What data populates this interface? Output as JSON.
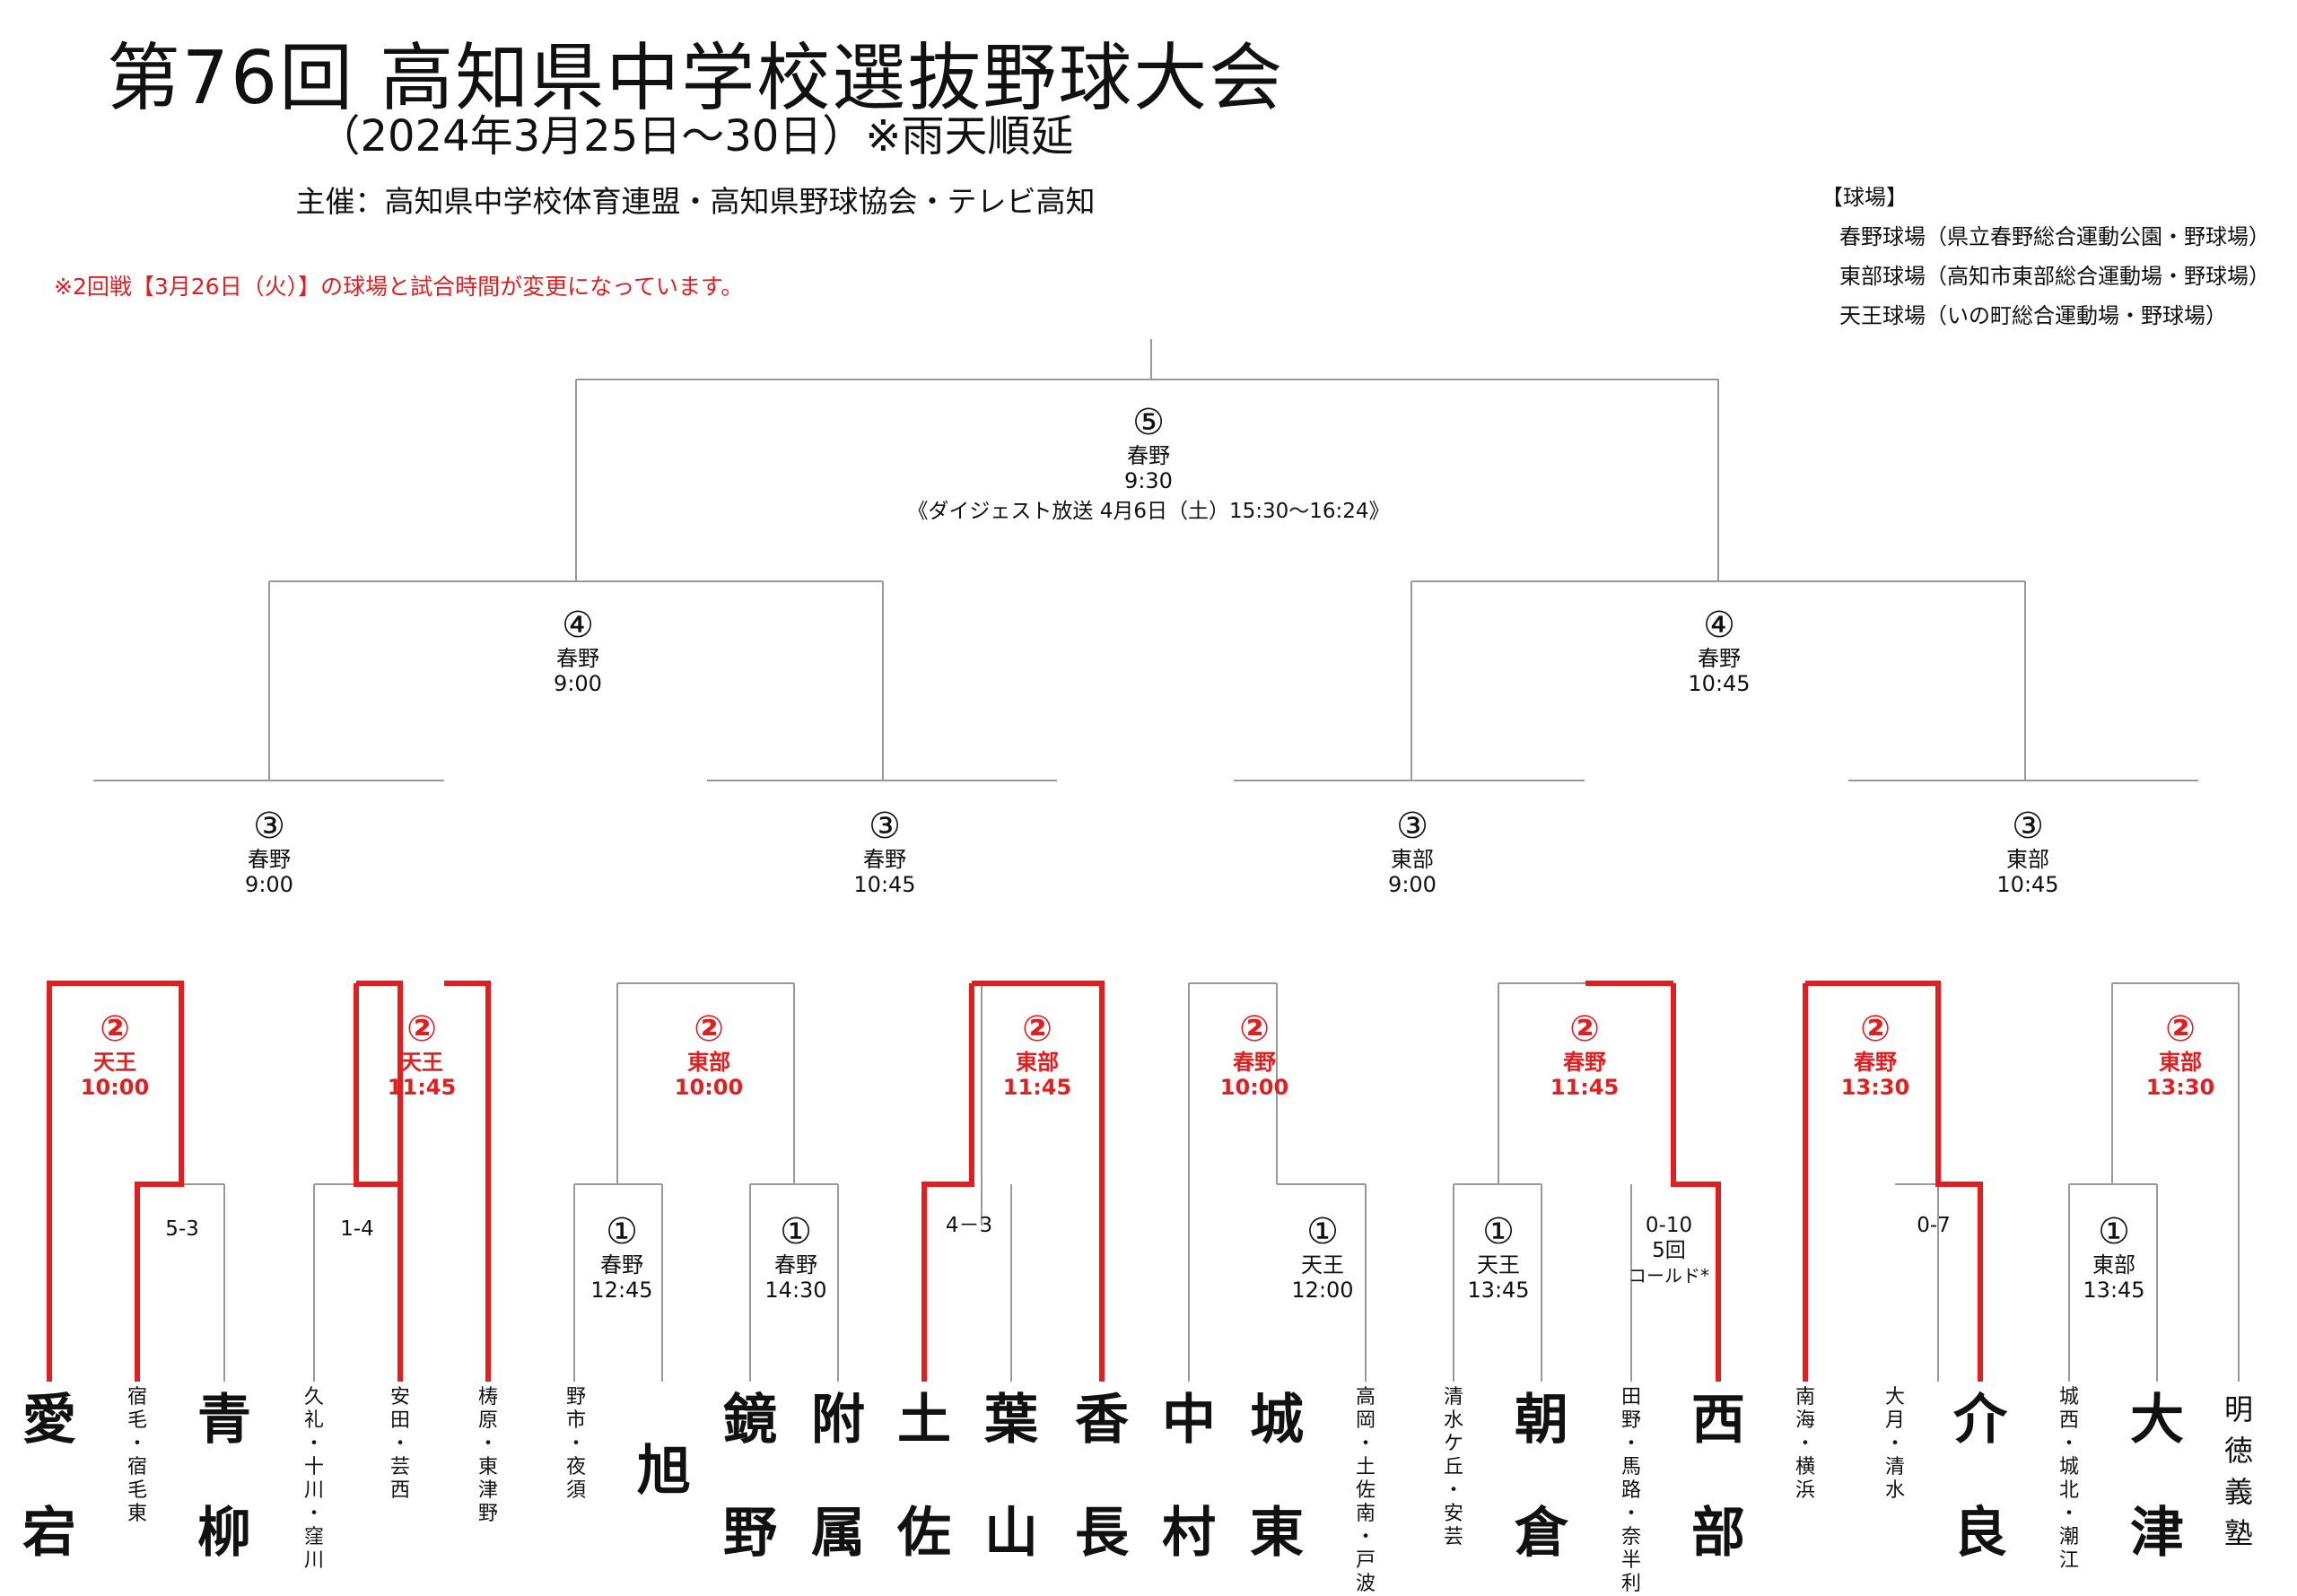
{
  "header": {
    "title": "第76回 高知県中学校選抜野球大会",
    "subtitle": "（2024年3月25日～30日）※雨天順延",
    "organizer": "主催：高知県中学校体育連盟・高知県野球協会・テレビ高知",
    "notice": "※2回戦【3月26日（火）】の球場と試合時間が変更になっています。"
  },
  "venues": {
    "heading": "【球場】",
    "items": [
      "春野球場（県立春野総合運動公園・野球場）",
      "東部球場（高知市東部総合運動場・野球場）",
      "天王球場（いの町総合運動場・野球場）"
    ]
  },
  "colors": {
    "winner": "#e02020",
    "line": "#999999",
    "text": "#111111"
  },
  "teams": [
    "愛宕",
    "宿毛・宿毛東",
    "青柳",
    "久礼・十川・窪川",
    "安田・芸西",
    "梼原・東津野",
    "野市・夜須",
    "旭",
    "鏡野",
    "附属",
    "土佐",
    "葉山",
    "香長",
    "中村",
    "城東",
    "高岡・土佐南・戸波",
    "清水ケ丘・安芸",
    "朝倉",
    "田野・馬路・奈半利",
    "西部",
    "南海・横浜",
    "大月・清水",
    "介良",
    "城西・城北・潮江",
    "大津",
    "明徳義塾"
  ],
  "round1": [
    {
      "num": "①",
      "venue": "春野",
      "time": "12:45"
    },
    {
      "num": "①",
      "venue": "春野",
      "time": "14:30"
    },
    {
      "num": "①",
      "venue": "天王",
      "time": "12:00"
    },
    {
      "num": "①",
      "venue": "天王",
      "time": "13:45"
    },
    {
      "num": "①",
      "venue": "東部",
      "time": "13:45"
    }
  ],
  "scores": [
    "5-3",
    "1-4",
    "4－3",
    "0-10",
    "5回",
    "コールド*",
    "0-7"
  ],
  "round2": [
    {
      "num": "②",
      "venue": "天王",
      "time": "10:00"
    },
    {
      "num": "②",
      "venue": "天王",
      "time": "11:45"
    },
    {
      "num": "②",
      "venue": "東部",
      "time": "10:00"
    },
    {
      "num": "②",
      "venue": "東部",
      "time": "11:45"
    },
    {
      "num": "②",
      "venue": "春野",
      "time": "10:00"
    },
    {
      "num": "②",
      "venue": "春野",
      "time": "11:45"
    },
    {
      "num": "②",
      "venue": "春野",
      "time": "13:30"
    },
    {
      "num": "②",
      "venue": "東部",
      "time": "13:30"
    }
  ],
  "round3": [
    {
      "num": "③",
      "venue": "春野",
      "time": "9:00"
    },
    {
      "num": "③",
      "venue": "春野",
      "time": "10:45"
    },
    {
      "num": "③",
      "venue": "東部",
      "time": "9:00"
    },
    {
      "num": "③",
      "venue": "東部",
      "time": "10:45"
    }
  ],
  "semis": [
    {
      "num": "④",
      "venue": "春野",
      "time": "9:00"
    },
    {
      "num": "④",
      "venue": "春野",
      "time": "10:45"
    }
  ],
  "final": {
    "num": "⑤",
    "venue": "春野",
    "time": "9:30",
    "broadcast": "《ダイジェスト放送 4月6日（土）15:30～16:24》"
  }
}
